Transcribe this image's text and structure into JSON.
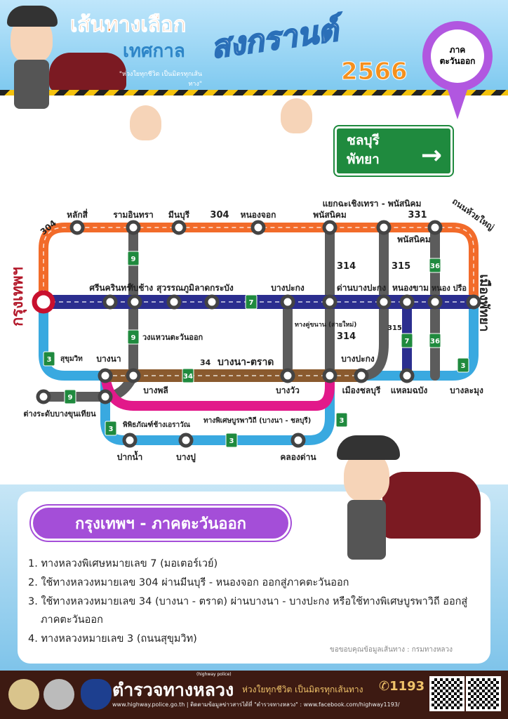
{
  "header": {
    "title_line1": "เส้นทางเลือก",
    "title_line2": "เทศกาล",
    "slogan": "\"ห่วงใยทุกชีวิต เป็นมิตรทุกเส้นทาง\"",
    "festival": "สงกรานต์",
    "year": "2566",
    "region_pin": [
      "ภาค",
      "ตะวันออก"
    ]
  },
  "direction_sign": {
    "line1": "ชลบุรี",
    "line2": "พัทยา",
    "arrow": "→"
  },
  "map": {
    "origin": "กรุงเทพฯ",
    "destination": "เมืองพัทยา",
    "route_numbers": {
      "r304a": "304",
      "r304b": "304",
      "r331": "331",
      "r314a": "314",
      "r315a": "315",
      "r314b": "314",
      "r315b": "315",
      "r34": "34"
    },
    "shields": {
      "s9a": "9",
      "s9b": "9",
      "s9c": "9",
      "s7a": "7",
      "s7b": "7",
      "s36a": "36",
      "s36b": "36",
      "s34": "34",
      "s3a": "3",
      "s3b": "3",
      "s3c": "3",
      "s3d": "3",
      "s3e": "3"
    },
    "labels": {
      "laksi": "หลักสี่",
      "ramintra": "รามอินทรา",
      "minburi": "มีนบุรี",
      "nongchok": "หนองจอก",
      "chachoengsao_phanat": "แยกฉะเชิงเทรา - พนัสนิคม",
      "phanat1": "พนัสนิคม",
      "phanat2": "พนัสนิคม",
      "huaiyai": "ถนนห้วยใหญ่",
      "srinakarin": "ศรีนครินทร์",
      "thapchang": "ทับช้าง",
      "suvarnabhumi": "สุวรรณภูมิ",
      "latkrabang": "ลาดกระบัง",
      "bangpakong1": "บางปะกง",
      "danbangpakong": "ด่านบางปะกง",
      "nongkham": "หนองขาม",
      "nongprue": "หนอง ปรือ",
      "ring": "วงแหวนตะวันออก",
      "frontage": "ทางคู่ขนาน (สายใหม่)",
      "sukhumvit": "สุขุมวิท",
      "bangna": "บางนา",
      "bangna_trat": "บางนา-ตราด",
      "bangpakong2": "บางปะกง",
      "bangphli": "บางพลี",
      "bangwua": "บางวัว",
      "muangchonburi": "เมืองชลบุรี",
      "laemchabang": "แหลมฉบัง",
      "banglamung": "บางละมุง",
      "bangkhunthian": "ต่างระดับบางขุนเทียน",
      "erawan": "พิพิธภัณฑ์ช้างเอราวัณ",
      "burapha": "ทางพิเศษบูรพาวิถี (บางนา - ชลบุรี)",
      "paknam": "ปากน้ำ",
      "bangpu": "บางปู",
      "khlongdan": "คลองด่าน"
    }
  },
  "colors": {
    "orange": "#f26b2a",
    "navy": "#2b2e8f",
    "brown": "#8a5a2e",
    "lightblue": "#39a9e0",
    "pink": "#e2198a",
    "gray": "#5c5c5c",
    "green": "#1f8a3e",
    "red": "#c8102e"
  },
  "routes_panel": {
    "title": "กรุงเทพฯ - ภาคตะวันออก",
    "items": [
      "1. ทางหลวงพิเศษหมายเลข 7 (มอเตอร์เวย์)",
      "2. ใช้ทางหลวงหมายเลข 304 ผ่านมีนบุรี - หนองจอก ออกสู่ภาคตะวันออก",
      "3. ใช้ทางหลวงหมายเลข 34 (บางนา - ตราด) ผ่านบางนา - บางปะกง หรือใช้ทางพิเศษบูรพาวิถี ออกสู่ภาคตะวันออก",
      "4. ทางหลวงหมายเลข 3 (ถนนสุขุมวิท)"
    ],
    "credit": "ขอขอบคุณข้อมูลเส้นทาง : กรมทางหลวง"
  },
  "footer": {
    "brand": "ตำรวจทางหลวง",
    "brand_en": "(highway police)",
    "tagline": "ห่วงใยทุกชีวิต เป็นมิตรทุกเส้นทาง",
    "hotline": "✆1193",
    "web": "www.highway.police.go.th | ติดตามข้อมูลข่าวสารได้ที่ \"ตำรวจทางหลวง\" : www.facebook.com/highway1193/"
  }
}
